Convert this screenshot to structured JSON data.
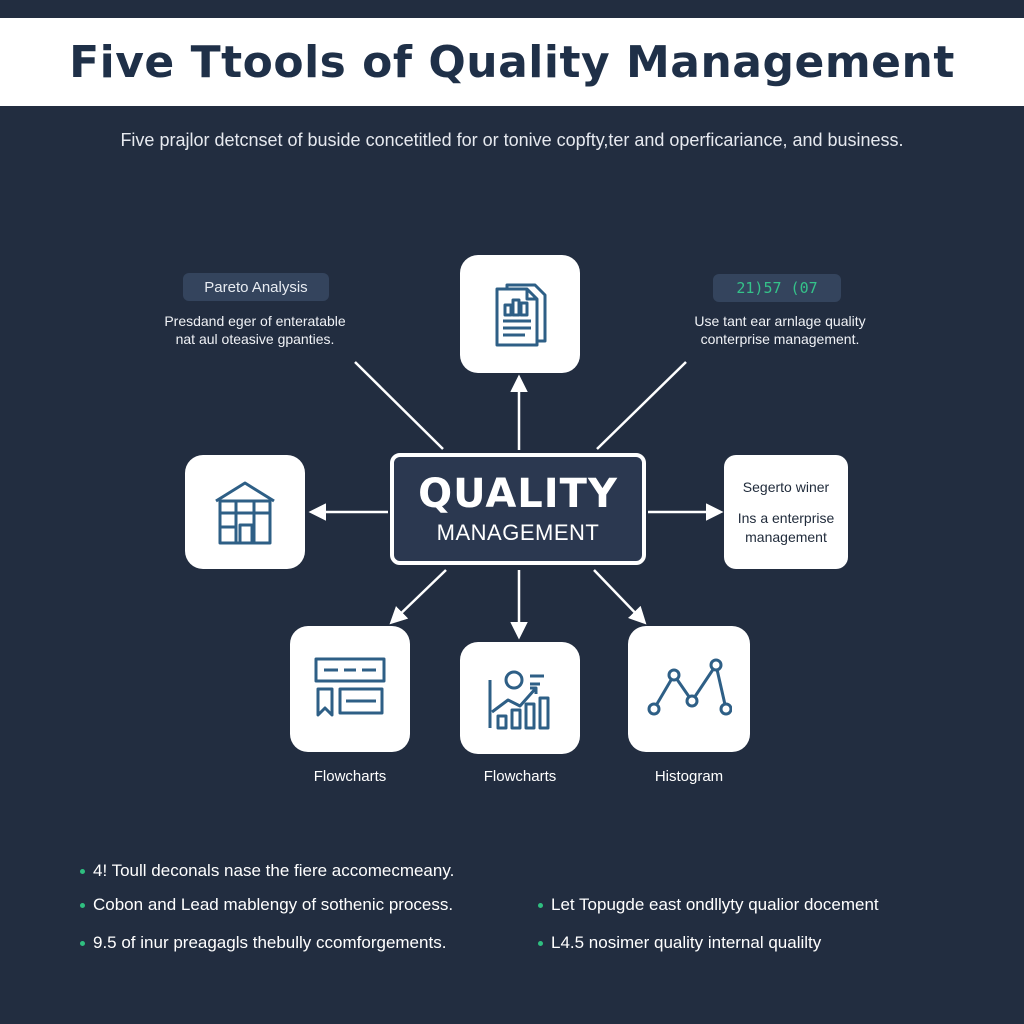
{
  "title": "Five Ttools of Quality Management",
  "subtitle": "Five prajlor detcnset of buside concetitled for or tonive copfty,ter and operficariance, and business.",
  "top_left": {
    "pill": "Pareto Analysis",
    "caption_line1": "Presdand eger of enteratable",
    "caption_line2": "nat aul oteasive gpanties."
  },
  "top_right": {
    "pill": "21)57 (07",
    "caption_line1": "Use tant ear arnlage quality",
    "caption_line2": "conterprise management."
  },
  "center": {
    "title": "QUALITY",
    "subtitle": "MANAGEMENT"
  },
  "right_card": {
    "line1": "Segerto winer",
    "line2": "Ins a enterprise",
    "line3": "management"
  },
  "bottom_labels": [
    "Flowcharts",
    "Flowcharts",
    "Histogram"
  ],
  "bullets_left": [
    "4! Toull deconals nase the fiere accomecmeany.",
    "Cobon and Lead mablengy of sothenic process.",
    "9.5 of inur preagagls thebully ccomforgements."
  ],
  "bullets_right": [
    "Let Topugde east ondllyty qualior docement",
    "L4.5 nosimer quality internal qualilty"
  ],
  "colors": {
    "background": "#222d40",
    "icon_stroke": "#2e5f86",
    "bullet_dot": "#2fbf80",
    "pill_accent_text": "#34c28a"
  },
  "icons": {
    "top": "document-chart-icon",
    "left": "building-icon",
    "bottom_1": "flowchart-icon",
    "bottom_2": "bar-trend-chart-icon",
    "bottom_3": "line-chart-icon"
  }
}
